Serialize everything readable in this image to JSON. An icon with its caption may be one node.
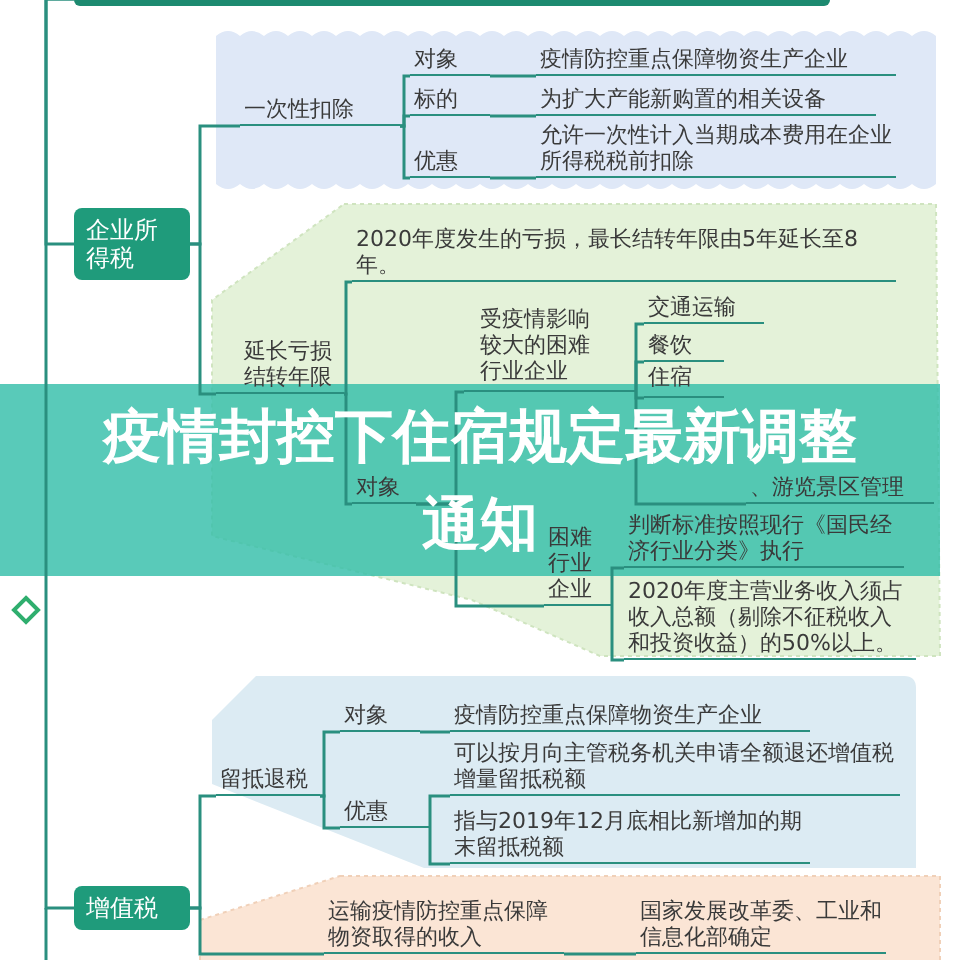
{
  "diagram": {
    "title": "疫情封控下住宿规定最新调整通知",
    "nodes": [
      {
        "text": [
          "企业所得税"
        ]
      },
      {
        "text": [
          "一次性扣除"
        ]
      },
      {
        "text": [
          "对象"
        ]
      },
      {
        "text": [
          "疫情防控重点保障物资生产企业"
        ]
      },
      {
        "text": [
          "标的"
        ]
      },
      {
        "text": [
          "为扩大产能新购置的相关设备"
        ]
      },
      {
        "text": [
          "优惠"
        ]
      },
      {
        "text": [
          "允许一次性计入当期成本费用在企业所得税税前扣除"
        ]
      },
      {
        "text": [
          "延长亏损结转年限"
        ]
      },
      {
        "text": [
          "2020年度发生的亏损，最长结转年限由5年延长至8年。"
        ]
      },
      {
        "text": [
          "受疫情影响较大的困难行业企业"
        ]
      },
      {
        "text": [
          "交通运输"
        ]
      },
      {
        "text": [
          "餐饮"
        ]
      },
      {
        "text": [
          "住宿"
        ]
      },
      {
        "text": [
          "对象"
        ]
      },
      {
        "text": [
          "、游览景区管理"
        ]
      },
      {
        "text": [
          "困难行业企业"
        ]
      },
      {
        "text": [
          "判断标准按照现行《国民经济行业分类》执行"
        ]
      },
      {
        "text": [
          "2020年度主营业务收入须占收入总额（剔除不征税收入和投资收益）的50%以上。"
        ]
      },
      {
        "text": [
          "增值税"
        ]
      },
      {
        "text": [
          "留抵退税"
        ]
      },
      {
        "text": [
          "对象"
        ]
      },
      {
        "text": [
          "疫情防控重点保障物资生产企业"
        ]
      },
      {
        "text": [
          "优惠"
        ]
      },
      {
        "text": [
          "可以按月向主管税务机关申请全额退还增值税增量留抵税额"
        ]
      },
      {
        "text": [
          "指与2019年12月底相比新增加的期末留抵税额"
        ]
      },
      {
        "text": [
          "运输疫情防控重点保障物资取得的收入"
        ]
      },
      {
        "text": [
          "国家发展改革委、工业和信息化部确定"
        ]
      },
      {
        "text": [],
        "shape": "bar"
      }
    ],
    "edges": [
      {
        "from": 0,
        "to": 1,
        "arrow": "none"
      },
      {
        "from": 1,
        "to": 2,
        "arrow": "none"
      },
      {
        "from": 2,
        "to": 3,
        "arrow": "none"
      },
      {
        "from": 1,
        "to": 4,
        "arrow": "none"
      },
      {
        "from": 4,
        "to": 5,
        "arrow": "none"
      },
      {
        "from": 1,
        "to": 6,
        "arrow": "none"
      },
      {
        "from": 6,
        "to": 7,
        "arrow": "none"
      },
      {
        "from": 0,
        "to": 8,
        "arrow": "none"
      },
      {
        "from": 8,
        "to": 9,
        "arrow": "none"
      },
      {
        "from": 8,
        "to": 14,
        "arrow": "none"
      },
      {
        "from": 14,
        "to": 10,
        "arrow": "none"
      },
      {
        "from": 10,
        "to": 11,
        "arrow": "none"
      },
      {
        "from": 10,
        "to": 12,
        "arrow": "none"
      },
      {
        "from": 10,
        "to": 13,
        "arrow": "none"
      },
      {
        "from": 10,
        "to": 15,
        "arrow": "none"
      },
      {
        "from": 14,
        "to": 16,
        "arrow": "none"
      },
      {
        "from": 16,
        "to": 17,
        "arrow": "none"
      },
      {
        "from": 16,
        "to": 18,
        "arrow": "none"
      },
      {
        "from": 19,
        "to": 20,
        "arrow": "none"
      },
      {
        "from": 20,
        "to": 21,
        "arrow": "none"
      },
      {
        "from": 21,
        "to": 22,
        "arrow": "none"
      },
      {
        "from": 20,
        "to": 23,
        "arrow": "none"
      },
      {
        "from": 23,
        "to": 24,
        "arrow": "none"
      },
      {
        "from": 23,
        "to": 25,
        "arrow": "none"
      },
      {
        "from": 19,
        "to": 26,
        "arrow": "none"
      },
      {
        "from": 26,
        "to": 27,
        "arrow": "none"
      },
      {
        "from": 28,
        "to": 0,
        "arrow": "none"
      },
      {
        "from": 28,
        "to": 19,
        "arrow": "none"
      }
    ]
  }
}
